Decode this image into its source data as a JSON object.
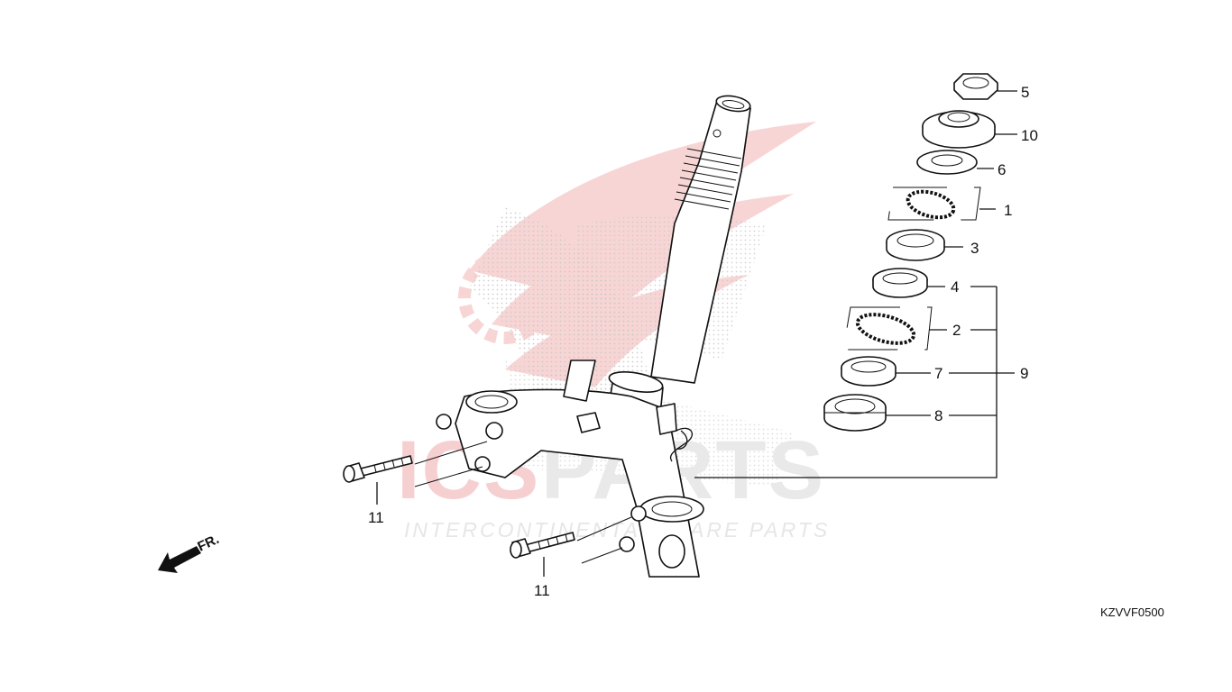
{
  "watermark": {
    "brand_left": "ICS",
    "brand_right": "PARTS",
    "tagline_left": "INTERCONTINENTAL",
    "tagline_right": "SPARE PARTS",
    "colors": {
      "wing": "#f3b3b3",
      "text": "#e6e6e6"
    }
  },
  "direction_marker": {
    "label": "FR."
  },
  "diagram_code": "KZVVF0500",
  "callouts": [
    {
      "id": "5",
      "text": "5"
    },
    {
      "id": "10",
      "text": "10"
    },
    {
      "id": "6",
      "text": "6"
    },
    {
      "id": "1",
      "text": "1"
    },
    {
      "id": "3",
      "text": "3"
    },
    {
      "id": "4",
      "text": "4"
    },
    {
      "id": "2",
      "text": "2"
    },
    {
      "id": "7",
      "text": "7"
    },
    {
      "id": "9",
      "text": "9"
    },
    {
      "id": "8",
      "text": "8"
    },
    {
      "id": "11a",
      "text": "11"
    },
    {
      "id": "11b",
      "text": "11"
    }
  ]
}
